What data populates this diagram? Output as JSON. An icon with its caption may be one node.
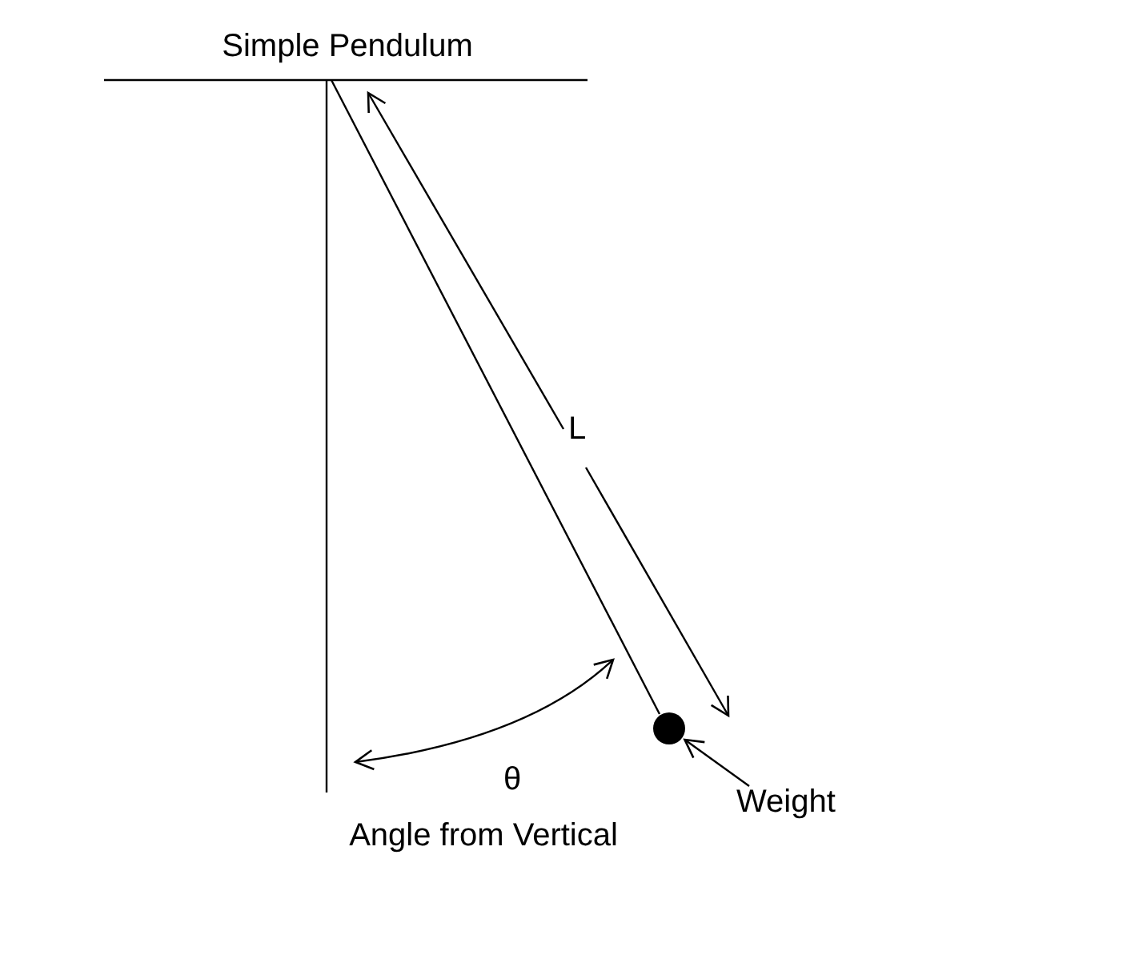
{
  "diagram": {
    "title": "Simple Pendulum",
    "nodes": [
      {
        "text": [
          "Weight"
        ]
      },
      {
        "text": [],
        "shape": "circle"
      }
    ],
    "edges": [
      {
        "from": 0,
        "to": 1,
        "arrow": "to"
      }
    ],
    "labels": [
      "L",
      "θ",
      "Angle from Vertical"
    ]
  }
}
